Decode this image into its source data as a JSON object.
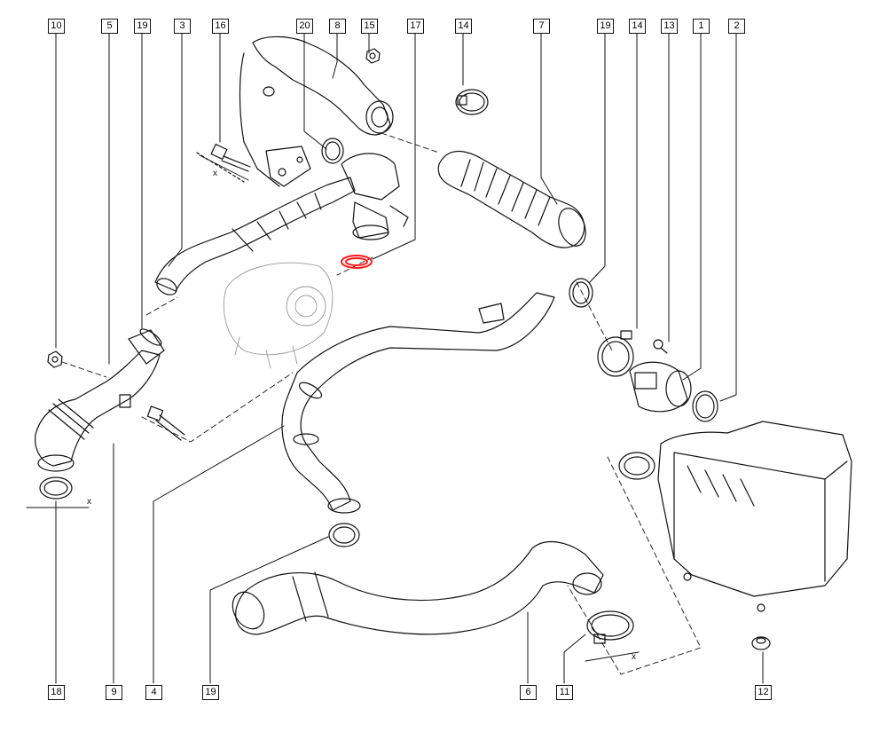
{
  "callouts_top": [
    "10",
    "5",
    "19",
    "3",
    "16",
    "20",
    "8",
    "15",
    "17",
    "14",
    "7",
    "19",
    "14",
    "13",
    "1",
    "2"
  ],
  "callouts_bottom": [
    "18",
    "9",
    "4",
    "19",
    "6",
    "11",
    "12"
  ],
  "dimension_marks": [
    "x",
    "x",
    "x"
  ],
  "colors": {
    "line": "#111111",
    "highlight": "#ff1a1a",
    "background": "#ffffff"
  }
}
